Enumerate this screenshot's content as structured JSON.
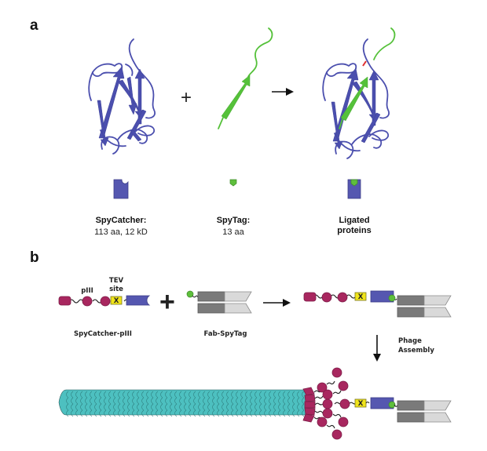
{
  "panel_a": {
    "letter": "a",
    "operator_plus": "+",
    "spycatcher": {
      "title": "SpyCatcher:",
      "subtitle": "113 aa, 12 kD"
    },
    "spytag": {
      "title": "SpyTag:",
      "subtitle": "13 aa"
    },
    "ligated": {
      "line1": "Ligated",
      "line2": "proteins"
    }
  },
  "panel_b": {
    "letter": "b",
    "operator_plus": "+",
    "piii_label": "pIII",
    "tev_label_line1": "TEV",
    "tev_label_line2": "site",
    "tev_mark": "X",
    "spycatcher_piii_label": "SpyCatcher-pIII",
    "fab_spytag_label": "Fab-SpyTag",
    "phage_assembly_line1": "Phage",
    "phage_assembly_line2": "Assembly"
  },
  "colors": {
    "spycatcher": "#5557b0",
    "spytag": "#5ebf3c",
    "piii": "#a8275f",
    "tev": "#f0e41a",
    "fab_heavy": "#7a7a7a",
    "fab_light": "#d9d9d9",
    "phage_coat": "#4dc0c0"
  }
}
